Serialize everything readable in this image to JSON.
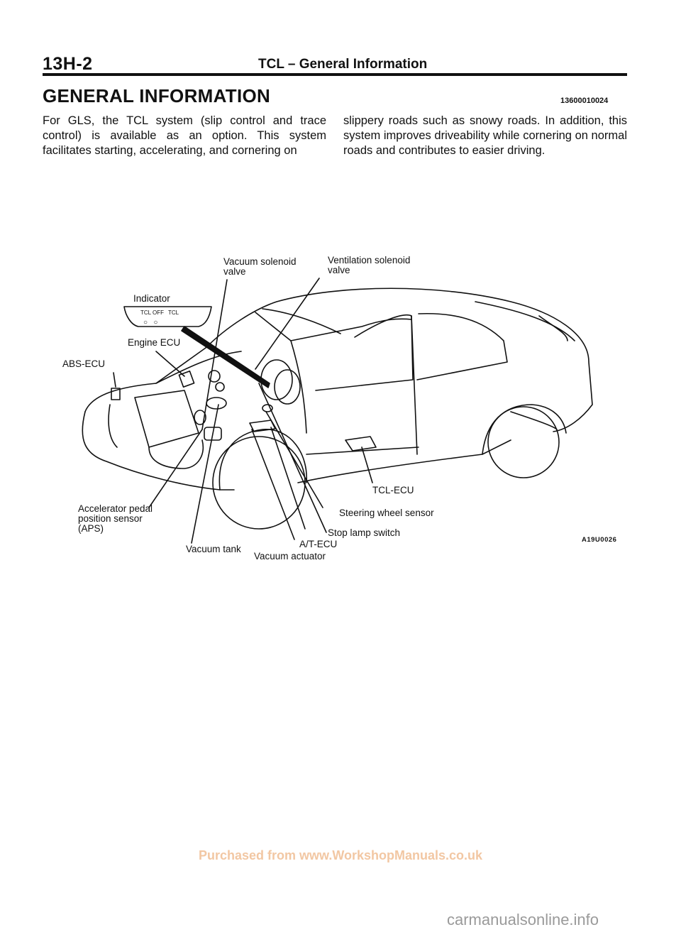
{
  "header": {
    "page_code": "13H-2",
    "title": "TCL – General Information"
  },
  "section": {
    "title": "GENERAL INFORMATION",
    "doc_code": "13600010024"
  },
  "body": {
    "paragraph_left": "For GLS, the TCL system (slip control and trace control) is available as an option. This system facilitates starting, accelerating, and cornering on",
    "paragraph_right": "slippery roads such as snowy roads. In addition, this system improves driveability while cornering on normal roads and contributes to easier driving."
  },
  "diagram": {
    "labels": {
      "vacuum_solenoid": "Vacuum solenoid\nvalve",
      "ventilation_solenoid": "Ventilation solenoid\nvalve",
      "indicator": "Indicator",
      "engine_ecu": "Engine ECU",
      "abs_ecu": "ABS-ECU",
      "tcl_ecu": "TCL-ECU",
      "accelerator_sensor": "Accelerator pedal\nposition sensor\n(APS)",
      "steering_sensor": "Steering wheel sensor",
      "stop_lamp": "Stop lamp switch",
      "at_ecu": "A/T-ECU",
      "vacuum_tank": "Vacuum tank",
      "vacuum_actuator": "Vacuum actuator"
    },
    "indicator_panel": {
      "tcl_off": "TCL OFF",
      "tcl": "TCL"
    },
    "figure_code": "A19U0026"
  },
  "footer": {
    "watermark_source": "Purchased from www.WorkshopManuals.co.uk",
    "watermark_site": "carmanualsonline.info"
  },
  "colors": {
    "text": "#111111",
    "watermark_orange": "#f2c7a3",
    "watermark_grey": "#9a9a9a"
  }
}
